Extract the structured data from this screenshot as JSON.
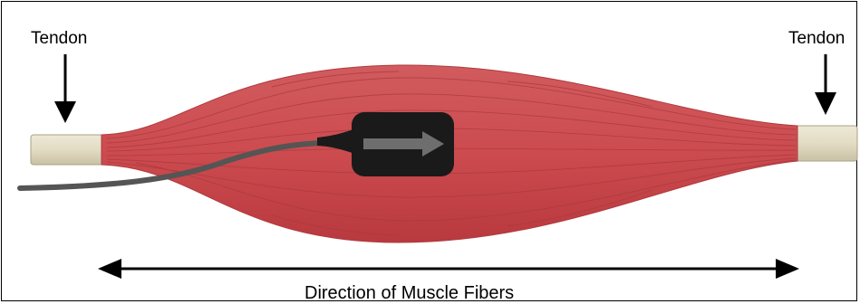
{
  "labels": {
    "tendon_left": "Tendon",
    "tendon_right": "Tendon",
    "direction": "Direction of Muscle Fibers"
  },
  "colors": {
    "muscle_fill": "#cc4b4f",
    "muscle_stroke": "#b03a3e",
    "fiber_line": "#a83a3e",
    "tendon_fill": "#e2dcc4",
    "tendon_stroke": "#a9a187",
    "sensor_body": "#1a1a1a",
    "sensor_arrow": "#6e6e6e",
    "cable": "#555555",
    "arrow": "#000000"
  },
  "icons": {
    "tendon_left_arrow": "arrow-down-icon",
    "tendon_right_arrow": "arrow-down-icon",
    "direction_arrow": "double-headed-arrow-icon",
    "sensor_arrow": "arrow-right-icon"
  }
}
